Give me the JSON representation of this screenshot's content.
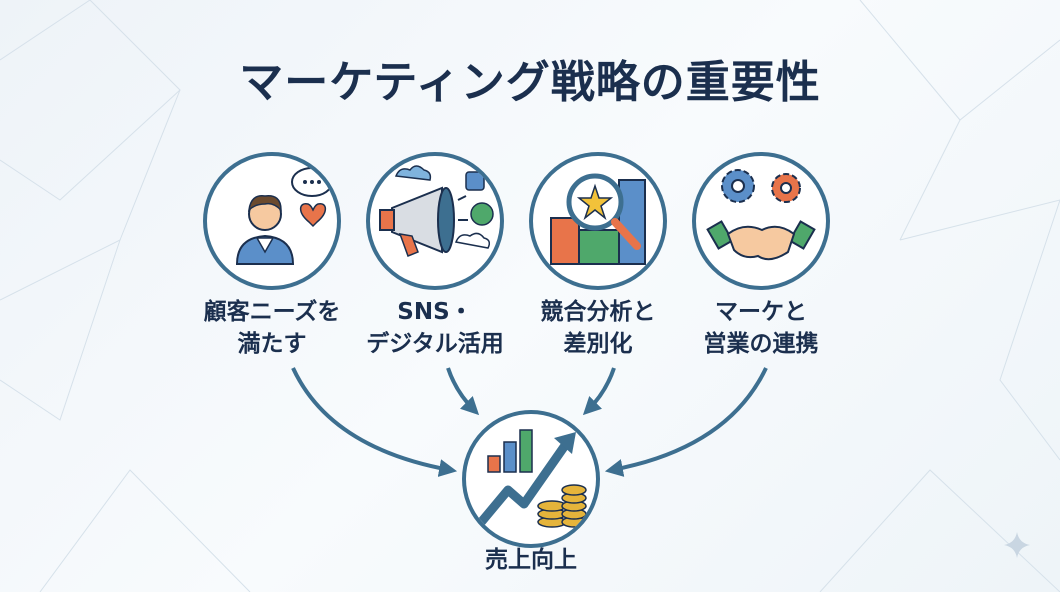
{
  "title": "マーケティング戦略の重要性",
  "items": [
    {
      "line1": "顧客ニーズを",
      "line2": "満たす",
      "icon": "customer-needs-icon"
    },
    {
      "line1": "SNS・",
      "line2": "デジタル活用",
      "icon": "megaphone-icon"
    },
    {
      "line1": "競合分析と",
      "line2": "差別化",
      "icon": "competitor-analysis-icon"
    },
    {
      "line1": "マーケと",
      "line2": "営業の連携",
      "icon": "handshake-gears-icon"
    }
  ],
  "result": {
    "label": "売上向上",
    "icon": "sales-growth-icon"
  },
  "colors": {
    "primary": "#3d6f90",
    "title": "#1b2f4e",
    "accent_orange": "#e8744a",
    "accent_green": "#4fa86b"
  }
}
